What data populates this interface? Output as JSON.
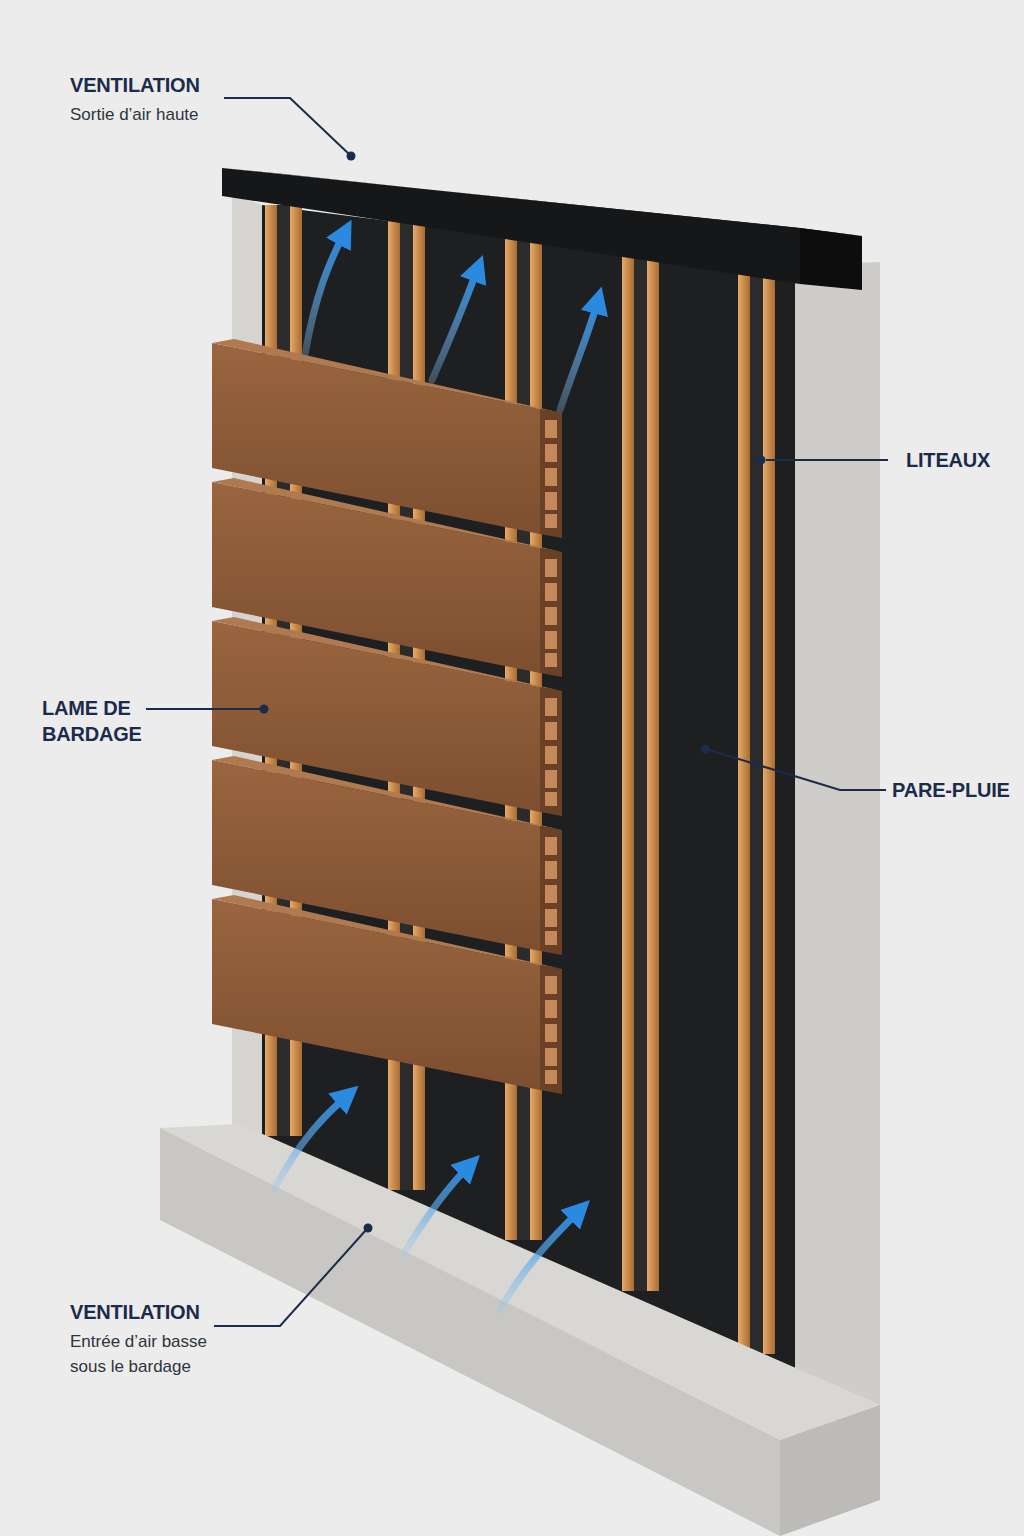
{
  "diagram": {
    "labels": [
      "VENTILATION",
      "Sortie d’air haute",
      "LITEAUX",
      "LAME DE BARDAGE",
      "PARE-PLUIE",
      "VENTILATION",
      "Entrée d’air basse sous le bardage"
    ]
  }
}
